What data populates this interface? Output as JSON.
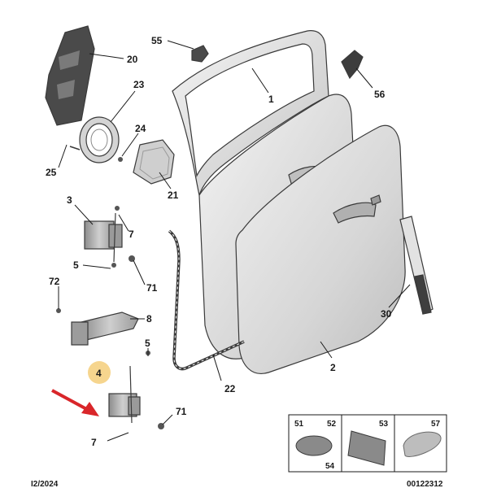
{
  "diagram": {
    "date_code": "I2/2024",
    "reference_code": "00122312",
    "highlight_color": "#f6d58e",
    "arrow_color": "#d9262a",
    "callouts": {
      "c1": "1",
      "c2": "2",
      "c3": "3",
      "c4": "4",
      "c5a": "5",
      "c5b": "5",
      "c7a": "7",
      "c7b": "7",
      "c8": "8",
      "c20": "20",
      "c21": "21",
      "c22": "22",
      "c23": "23",
      "c24": "24",
      "c25": "25",
      "c30": "30",
      "c55": "55",
      "c56": "56",
      "c71a": "71",
      "c71b": "71",
      "c72": "72"
    },
    "legend": {
      "c51": "51",
      "c52": "52",
      "c54": "54",
      "c53": "53",
      "c57": "57"
    }
  }
}
